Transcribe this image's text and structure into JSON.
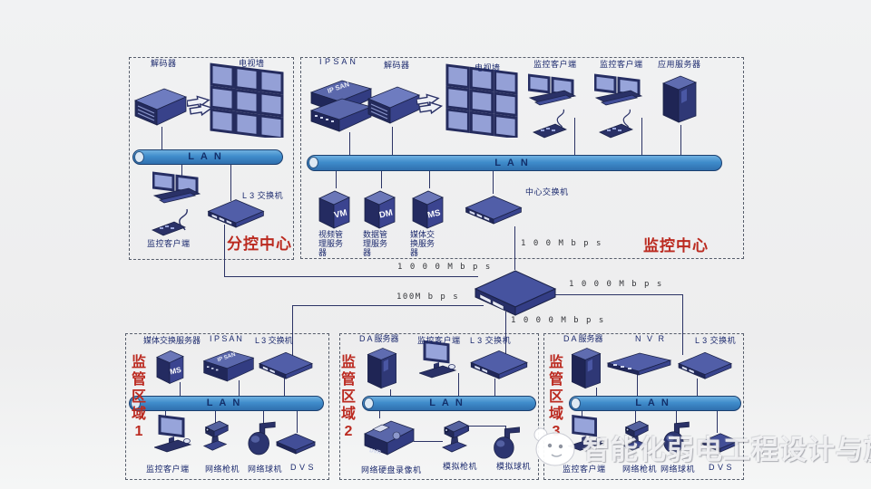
{
  "shared": {
    "lan": "LAN"
  },
  "subcontrol": {
    "title": "分控中心",
    "decoder": "解码器",
    "tvwall": "电视墙",
    "client": "监控客户端",
    "l3": "L 3 交换机"
  },
  "center": {
    "title": "监控中心",
    "ipsan": "I P S A N",
    "ipsan_device": "IP SAN",
    "decoder": "解码器",
    "tvwall": "电视墙",
    "client1": "监控客户端",
    "client2": "监控客户端",
    "appserver": "应用服务器",
    "vm": "VM",
    "vm_caption": "视频管理服务器",
    "dm": "DM",
    "dm_caption": "数据管理服务器",
    "ms": "MS",
    "ms_caption": "媒体交换服务器",
    "core_switch": "中心交换机",
    "speed": "1 0 0 M b p s"
  },
  "links": {
    "to_subcontrol": "1 0 0 0 M b p s",
    "to_area1": "100M b p s",
    "to_area2": "1 0 0 0 M b p s",
    "to_area3": "1 0 0 0 M b p s"
  },
  "area1": {
    "title": "监管区域1",
    "header_ms": "媒体交换服务器",
    "header_ipsan": "I P S A N",
    "header_l3": "L 3 交换机",
    "ms": "MS",
    "ipsan_device": "IP SAN",
    "client": "监控客户端",
    "bullet": "网络枪机",
    "dome": "网络球机",
    "dvs": "D V S"
  },
  "area2": {
    "title": "监管区域2",
    "header_da": "D A 服务器",
    "header_client": "监控客户端",
    "header_l3": "L 3 交换机",
    "nvr": "网络硬盘录像机",
    "nvr_device": "DVR",
    "bullet": "模拟枪机",
    "dome": "模拟球机"
  },
  "area3": {
    "title": "监管区域3",
    "header_da": "D A 服务器",
    "header_nvr": "N V R",
    "header_l3": "L 3 交换机",
    "client": "监控客户端",
    "bullet": "网络枪机",
    "dome": "网络球机",
    "dvs": "D V S"
  },
  "watermark": {
    "text": "智能化弱电工程设计与施工"
  }
}
